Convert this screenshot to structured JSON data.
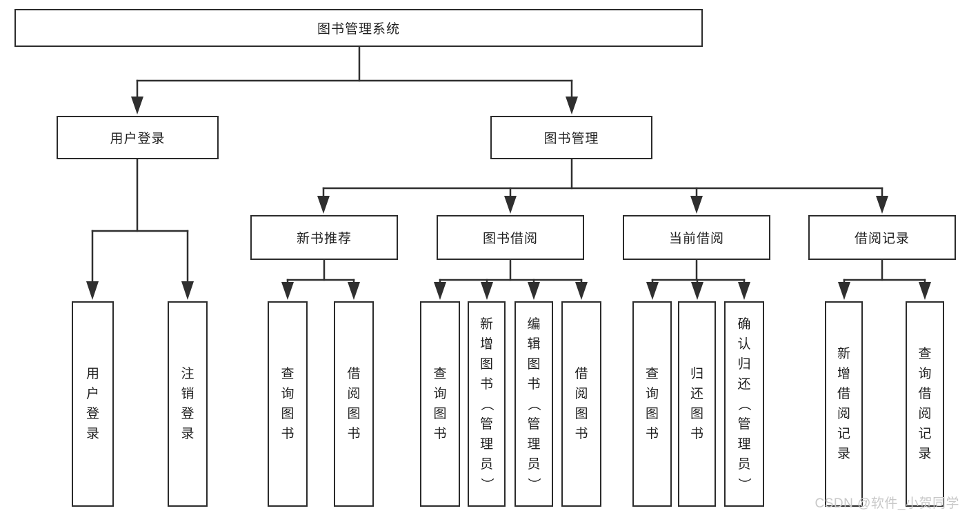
{
  "diagram": {
    "root": {
      "label": "图书管理系统"
    },
    "level2": [
      {
        "id": "user-login",
        "label": "用户登录"
      },
      {
        "id": "book-management",
        "label": "图书管理"
      }
    ],
    "level3": [
      {
        "id": "new-book-recommendation",
        "label": "新书推荐"
      },
      {
        "id": "book-borrowing",
        "label": "图书借阅"
      },
      {
        "id": "current-borrowing",
        "label": "当前借阅"
      },
      {
        "id": "borrowing-records",
        "label": "借阅记录"
      }
    ],
    "level4": [
      {
        "id": "user-login-action",
        "label": "用户登录"
      },
      {
        "id": "logout",
        "label": "注销登录"
      },
      {
        "id": "query-books-1",
        "label": "查询图书"
      },
      {
        "id": "borrow-books-1",
        "label": "借阅图书"
      },
      {
        "id": "query-books-2",
        "label": "查询图书"
      },
      {
        "id": "add-books-admin",
        "label": "新增图书（管理员）"
      },
      {
        "id": "edit-books-admin",
        "label": "编辑图书（管理员）"
      },
      {
        "id": "borrow-books-2",
        "label": "借阅图书"
      },
      {
        "id": "query-books-3",
        "label": "查询图书"
      },
      {
        "id": "return-books",
        "label": "归还图书"
      },
      {
        "id": "confirm-return-admin",
        "label": "确认归还（管理员）"
      },
      {
        "id": "add-borrow-record",
        "label": "新增借阅记录"
      },
      {
        "id": "query-borrow-record",
        "label": "查询借阅记录"
      }
    ]
  },
  "watermark": {
    "text": "CSDN @软件_小贺同学"
  },
  "colors": {
    "line": "#2f2f2f",
    "box_border": "#2b2b2b",
    "text": "#1f1f1f",
    "background": "#ffffff",
    "watermark": "#c8c8c8"
  }
}
